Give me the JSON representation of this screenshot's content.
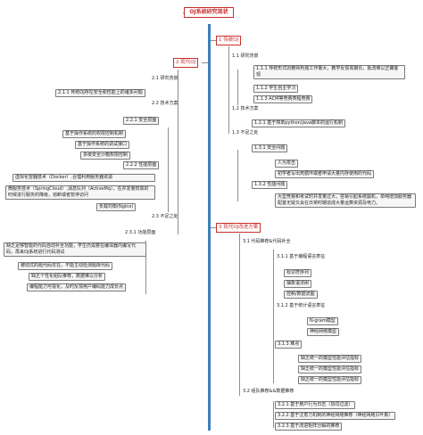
{
  "title": "OJ系统研究现状",
  "branches": {
    "b1": "1 传统OJ",
    "b2": "2 现代OJ",
    "b3": "3 现代OJ改进方案"
  },
  "n": {
    "n11": "1.1 研究背景",
    "n111": "1.1.1 传统形式的教师判题工作量大，教学反馈周期长，批改难以正确客观",
    "n112": "1.1.2 学生自主学习",
    "n113": "1.1.3 ACM等竞赛类程竞赛",
    "n12": "1.2 技术方案",
    "n121": "1.2.1 基于简单python/java脚本的运行机制",
    "n13": "1.3 不足之处",
    "n131": "1.3.1 安全问题",
    "n131a": "人为攻击",
    "n131b": "初学者写出死循环或者申请大量内存使用的代码",
    "n132": "1.3.2 性能问题",
    "n132a": "大型竞赛和考试时并发量过大，容易引起系统崩机，单纯增加服务器配置无疑又会在日常时期造成大量运算资源及电力。",
    "n21": "2.1 研究背景",
    "n211": "2.1.1 传统OJ存在安全和性能上的诸多问题",
    "n22": "2.2 技术方案",
    "n221": "2.2.1 安全层面",
    "n221a": "基于操作系统的权限控制机制",
    "n221b": "基于操作系统的调试接口",
    "n221c": "多级安全沙箱权限控制",
    "n222": "2.2.2 性能层面",
    "n222a": "虚拟化容器技术（Docker）,合理利用服务器资源",
    "n222b": "微服务技术（SpringCloud）,消息队列（ActiveMq），在并发量较高的时候进行服务的降级，熔断或者暂停访问",
    "n222c": "负载均衡(Nginx)",
    "n23": "2.3 不足之处",
    "n231": "2.3.1 功能层面",
    "n231a": "缺乏足够智能的代码自动补全功能，学生仍需要在编译器内编写代码，再来OJ系统进行代码测试",
    "n231b": "被动式的题代码仅在，不能主动检测题库代码",
    "n231c": "缺乏个性化组队推荐，数据难以分析",
    "n231d": "编程能力可视化，及时反馈用户编码能力成长点",
    "n31": "3.1 代码推荐&代码补全",
    "n311": "3.1.1 基于编程语言表征",
    "n311a": "标识符序列",
    "n311b": "抽象语法树",
    "n311c": "控制/数据流图",
    "n312": "3.1.2 基于统计语言表征",
    "n312a": "N-gram模型",
    "n312b": "神经网络模型",
    "n313": "3.1.3 难点",
    "n313a": "缺乏统一的模型性能评估指标",
    "n313b": "缺乏统一的模型性能评估指标",
    "n313c": "缺乏统一的模型性能评估指标",
    "n32": "3.2 组队推荐&&数据推荐",
    "n321": "3.2.1 基于用户行为日志（协同过滤）",
    "n322": "3.2.2 基于注意力机制的神经网络推荐（神经网络贝叶斯）",
    "n323": "3.2.3 基于改进矩阵分解的推荐"
  }
}
